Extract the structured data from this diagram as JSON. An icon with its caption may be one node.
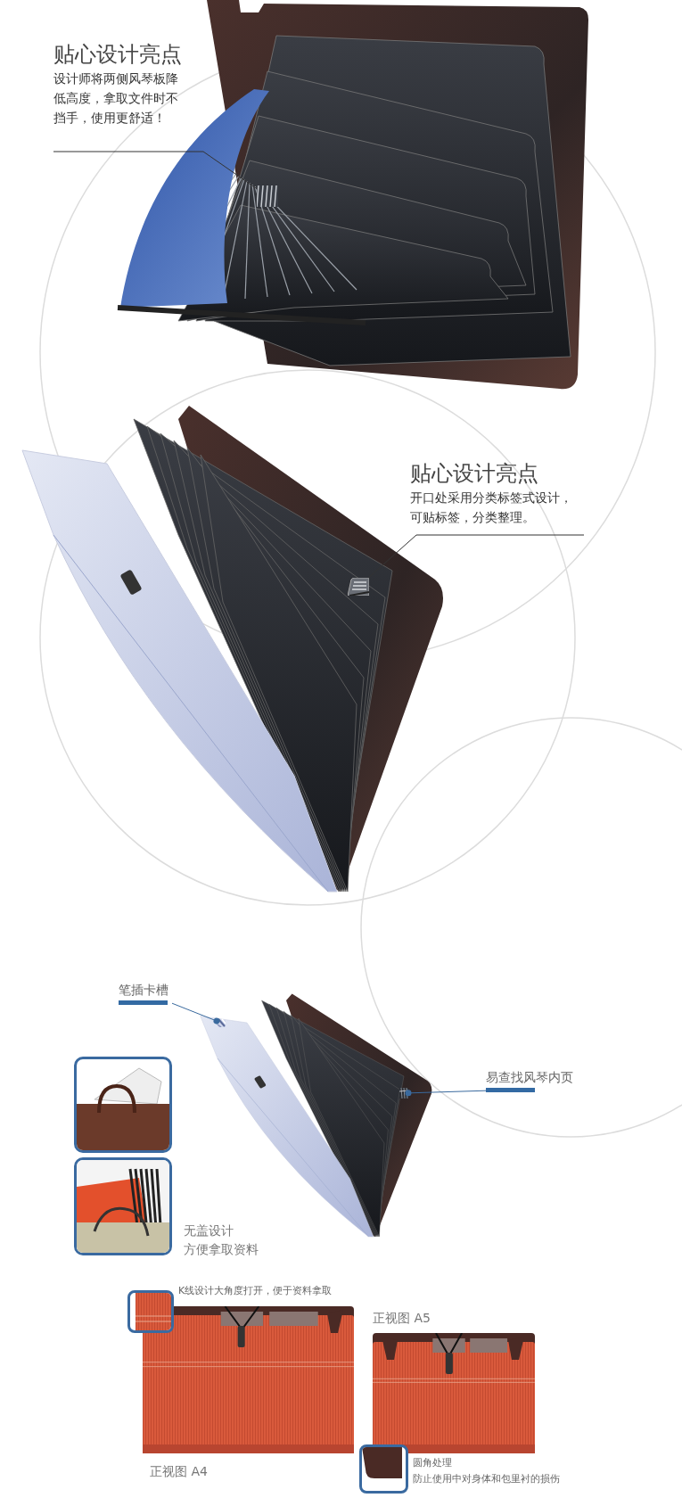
{
  "diagram": {
    "nodes": [
      {
        "text": [
          "贴心设计亮点",
          "设计师将两侧风琴板降低高度，拿取文件时不挡手，使用更舒适！"
        ]
      },
      {
        "text": [
          "贴心设计亮点",
          "开口处采用分类标签式设计，可贴标签，分类整理。"
        ]
      },
      {
        "text": [
          "笔插卡槽"
        ]
      },
      {
        "text": [
          "易查找风琴内页"
        ]
      },
      {
        "text": [],
        "shape": "picture"
      },
      {
        "text": [],
        "shape": "picture",
        "beside": [
          "无盖设计",
          "方便拿取资料"
        ]
      },
      {
        "text": [],
        "shape": "box",
        "beside": [
          "K线设计大角度打开，便于资料拿取"
        ]
      },
      {
        "text": [],
        "shape": "picture",
        "beside": [
          "正视图 A5"
        ]
      },
      {
        "text": [],
        "shape": "picture",
        "beside": [
          "正视图 A4"
        ]
      },
      {
        "text": [],
        "shape": "box",
        "beside": [
          "圆角处理",
          "防止使用中对身体和包里衬的损伤"
        ]
      },
      {
        "text": [],
        "shape": "picture"
      },
      {
        "text": [],
        "shape": "picture"
      },
      {
        "text": [],
        "shape": "picture"
      },
      {
        "text": [],
        "shape": "picture"
      }
    ],
    "edges": [
      {
        "from": 0,
        "to": 10,
        "arrow": "none"
      },
      {
        "from": 1,
        "to": 11,
        "arrow": "none"
      },
      {
        "from": 2,
        "to": 12,
        "arrow": "other",
        "color": "#3a6a9e"
      },
      {
        "from": 3,
        "to": 13,
        "arrow": "other",
        "color": "#3a6a9e"
      }
    ]
  }
}
